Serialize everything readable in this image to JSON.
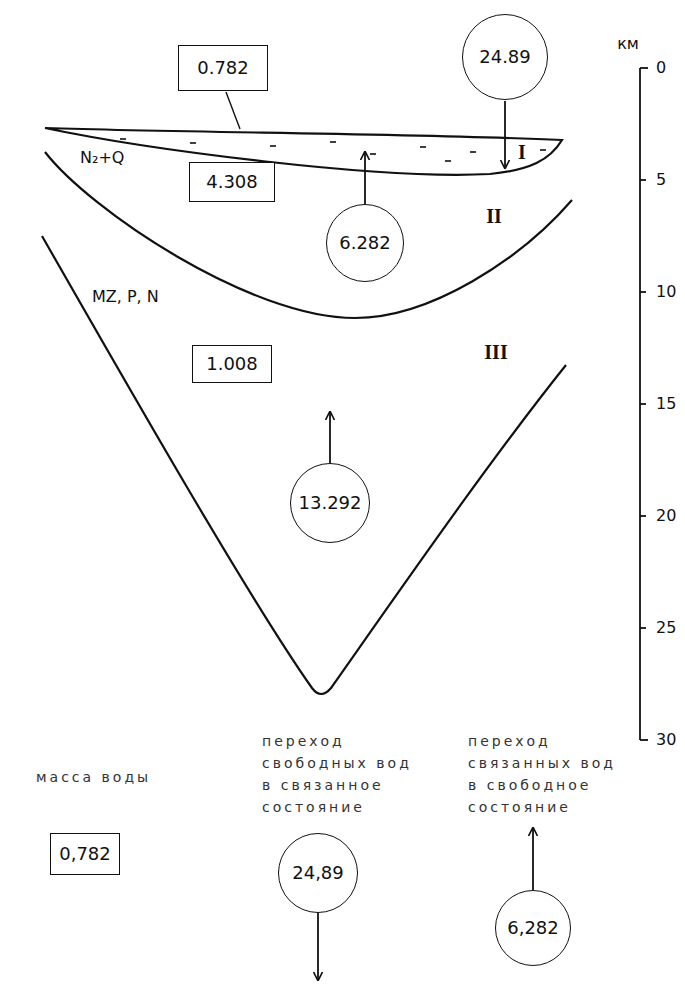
{
  "diagram": {
    "nodes": [
      {
        "text": [
          "0.782"
        ]
      },
      {
        "text": [
          "24.89"
        ]
      },
      {
        "text": [
          "4.308"
        ]
      },
      {
        "text": [
          "6.282"
        ]
      },
      {
        "text": [
          "1.008"
        ]
      },
      {
        "text": [
          "13.292"
        ]
      },
      {
        "text": [
          "0,782"
        ]
      },
      {
        "text": [
          "24,89"
        ]
      },
      {
        "text": [
          "6,282"
        ]
      }
    ],
    "labels": [
      "км",
      "0",
      "5",
      "10",
      "15",
      "20",
      "25",
      "30",
      "I",
      "II",
      "III",
      "N₂+Q",
      "MZ, P, N"
    ],
    "legend": [
      {
        "text": "масса воды"
      },
      {
        "text": "переход свободных вод в связанное состояние"
      },
      {
        "text": "переход связанных вод в свободное состояние"
      }
    ]
  }
}
